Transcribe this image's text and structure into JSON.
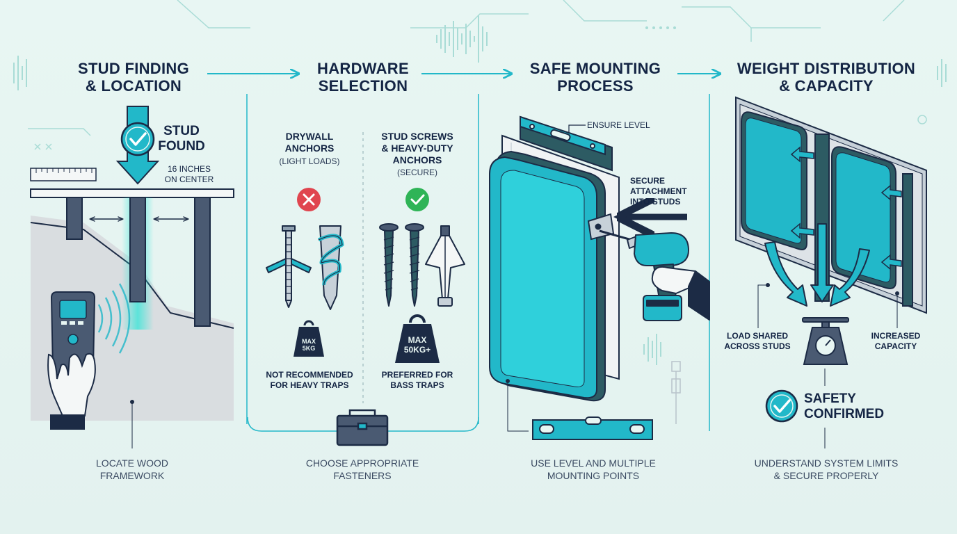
{
  "palette": {
    "accent": "#22b8c9",
    "navy": "#1c2b45",
    "bg": "#e6f4f1",
    "bad": "#e0454f",
    "good": "#2fb457",
    "wall": "#d9dde0"
  },
  "steps": [
    {
      "title_l1": "STUD FINDING",
      "title_l2": "& LOCATION",
      "caption_l1": "LOCATE WOOD",
      "caption_l2": "FRAMEWORK"
    },
    {
      "title_l1": "HARDWARE",
      "title_l2": "SELECTION",
      "caption_l1": "CHOOSE APPROPRIATE",
      "caption_l2": "FASTENERS"
    },
    {
      "title_l1": "SAFE MOUNTING",
      "title_l2": "PROCESS",
      "caption_l1": "USE LEVEL AND MULTIPLE",
      "caption_l2": "MOUNTING POINTS"
    },
    {
      "title_l1": "WEIGHT DISTRIBUTION",
      "title_l2": "& CAPACITY",
      "caption_l1": "UNDERSTAND SYSTEM LIMITS",
      "caption_l2": "& SECURE PROPERLY"
    }
  ],
  "stud": {
    "found_l1": "STUD",
    "found_l2": "FOUND",
    "spacing_l1": "16 INCHES",
    "spacing_l2": "ON CENTER"
  },
  "hardware": {
    "drywall": {
      "title_l1": "DRYWALL",
      "title_l2": "ANCHORS",
      "note": "(LIGHT LOADS)",
      "weight_l1": "MAX",
      "weight_l2": "5KG",
      "verdict_l1": "NOT RECOMMENDED",
      "verdict_l2": "FOR HEAVY TRAPS"
    },
    "stud_screws": {
      "title_l1": "STUD SCREWS",
      "title_l2": "& HEAVY-DUTY",
      "title_l3": "ANCHORS",
      "note": "(SECURE)",
      "weight_l1": "MAX",
      "weight_l2": "50KG+",
      "verdict_l1": "PREFERRED FOR",
      "verdict_l2": "BASS TRAPS"
    }
  },
  "mounting": {
    "level_label": "ENSURE LEVEL",
    "attach_l1": "SECURE",
    "attach_l2": "ATTACHMENT",
    "attach_l3": "INTO STUDS"
  },
  "weight": {
    "load_l1": "LOAD SHARED",
    "load_l2": "ACROSS STUDS",
    "capacity_l1": "INCREASED",
    "capacity_l2": "CAPACITY",
    "safety_l1": "SAFETY",
    "safety_l2": "CONFIRMED"
  },
  "icons": [
    "check-icon",
    "cross-icon",
    "ruler-icon",
    "stud-finder-icon",
    "hand-icon",
    "drill-icon",
    "level-icon",
    "weight-icon",
    "scale-icon",
    "toolbox-icon",
    "screw-icon",
    "anchor-icon",
    "arrow-right-icon"
  ]
}
